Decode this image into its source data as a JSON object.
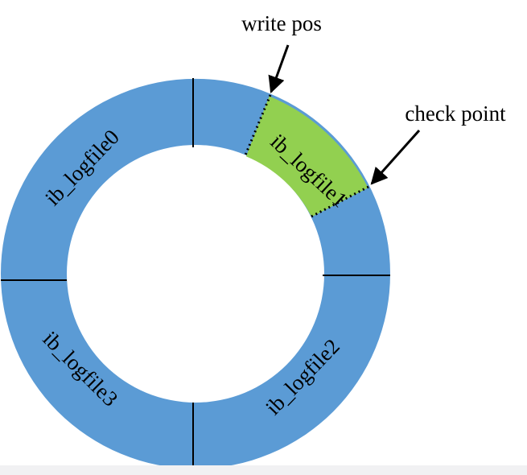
{
  "colors": {
    "ring": "#5b9bd5",
    "active": "#92d050",
    "divider": "#000000",
    "background": "#ffffff"
  },
  "segments": [
    {
      "label": "ib_logfile0"
    },
    {
      "label": "ib_logfile1"
    },
    {
      "label": "ib_logfile2"
    },
    {
      "label": "ib_logfile3"
    }
  ],
  "pointers": {
    "write_pos": {
      "label": "write pos"
    },
    "check_point": {
      "label": "check point"
    }
  }
}
